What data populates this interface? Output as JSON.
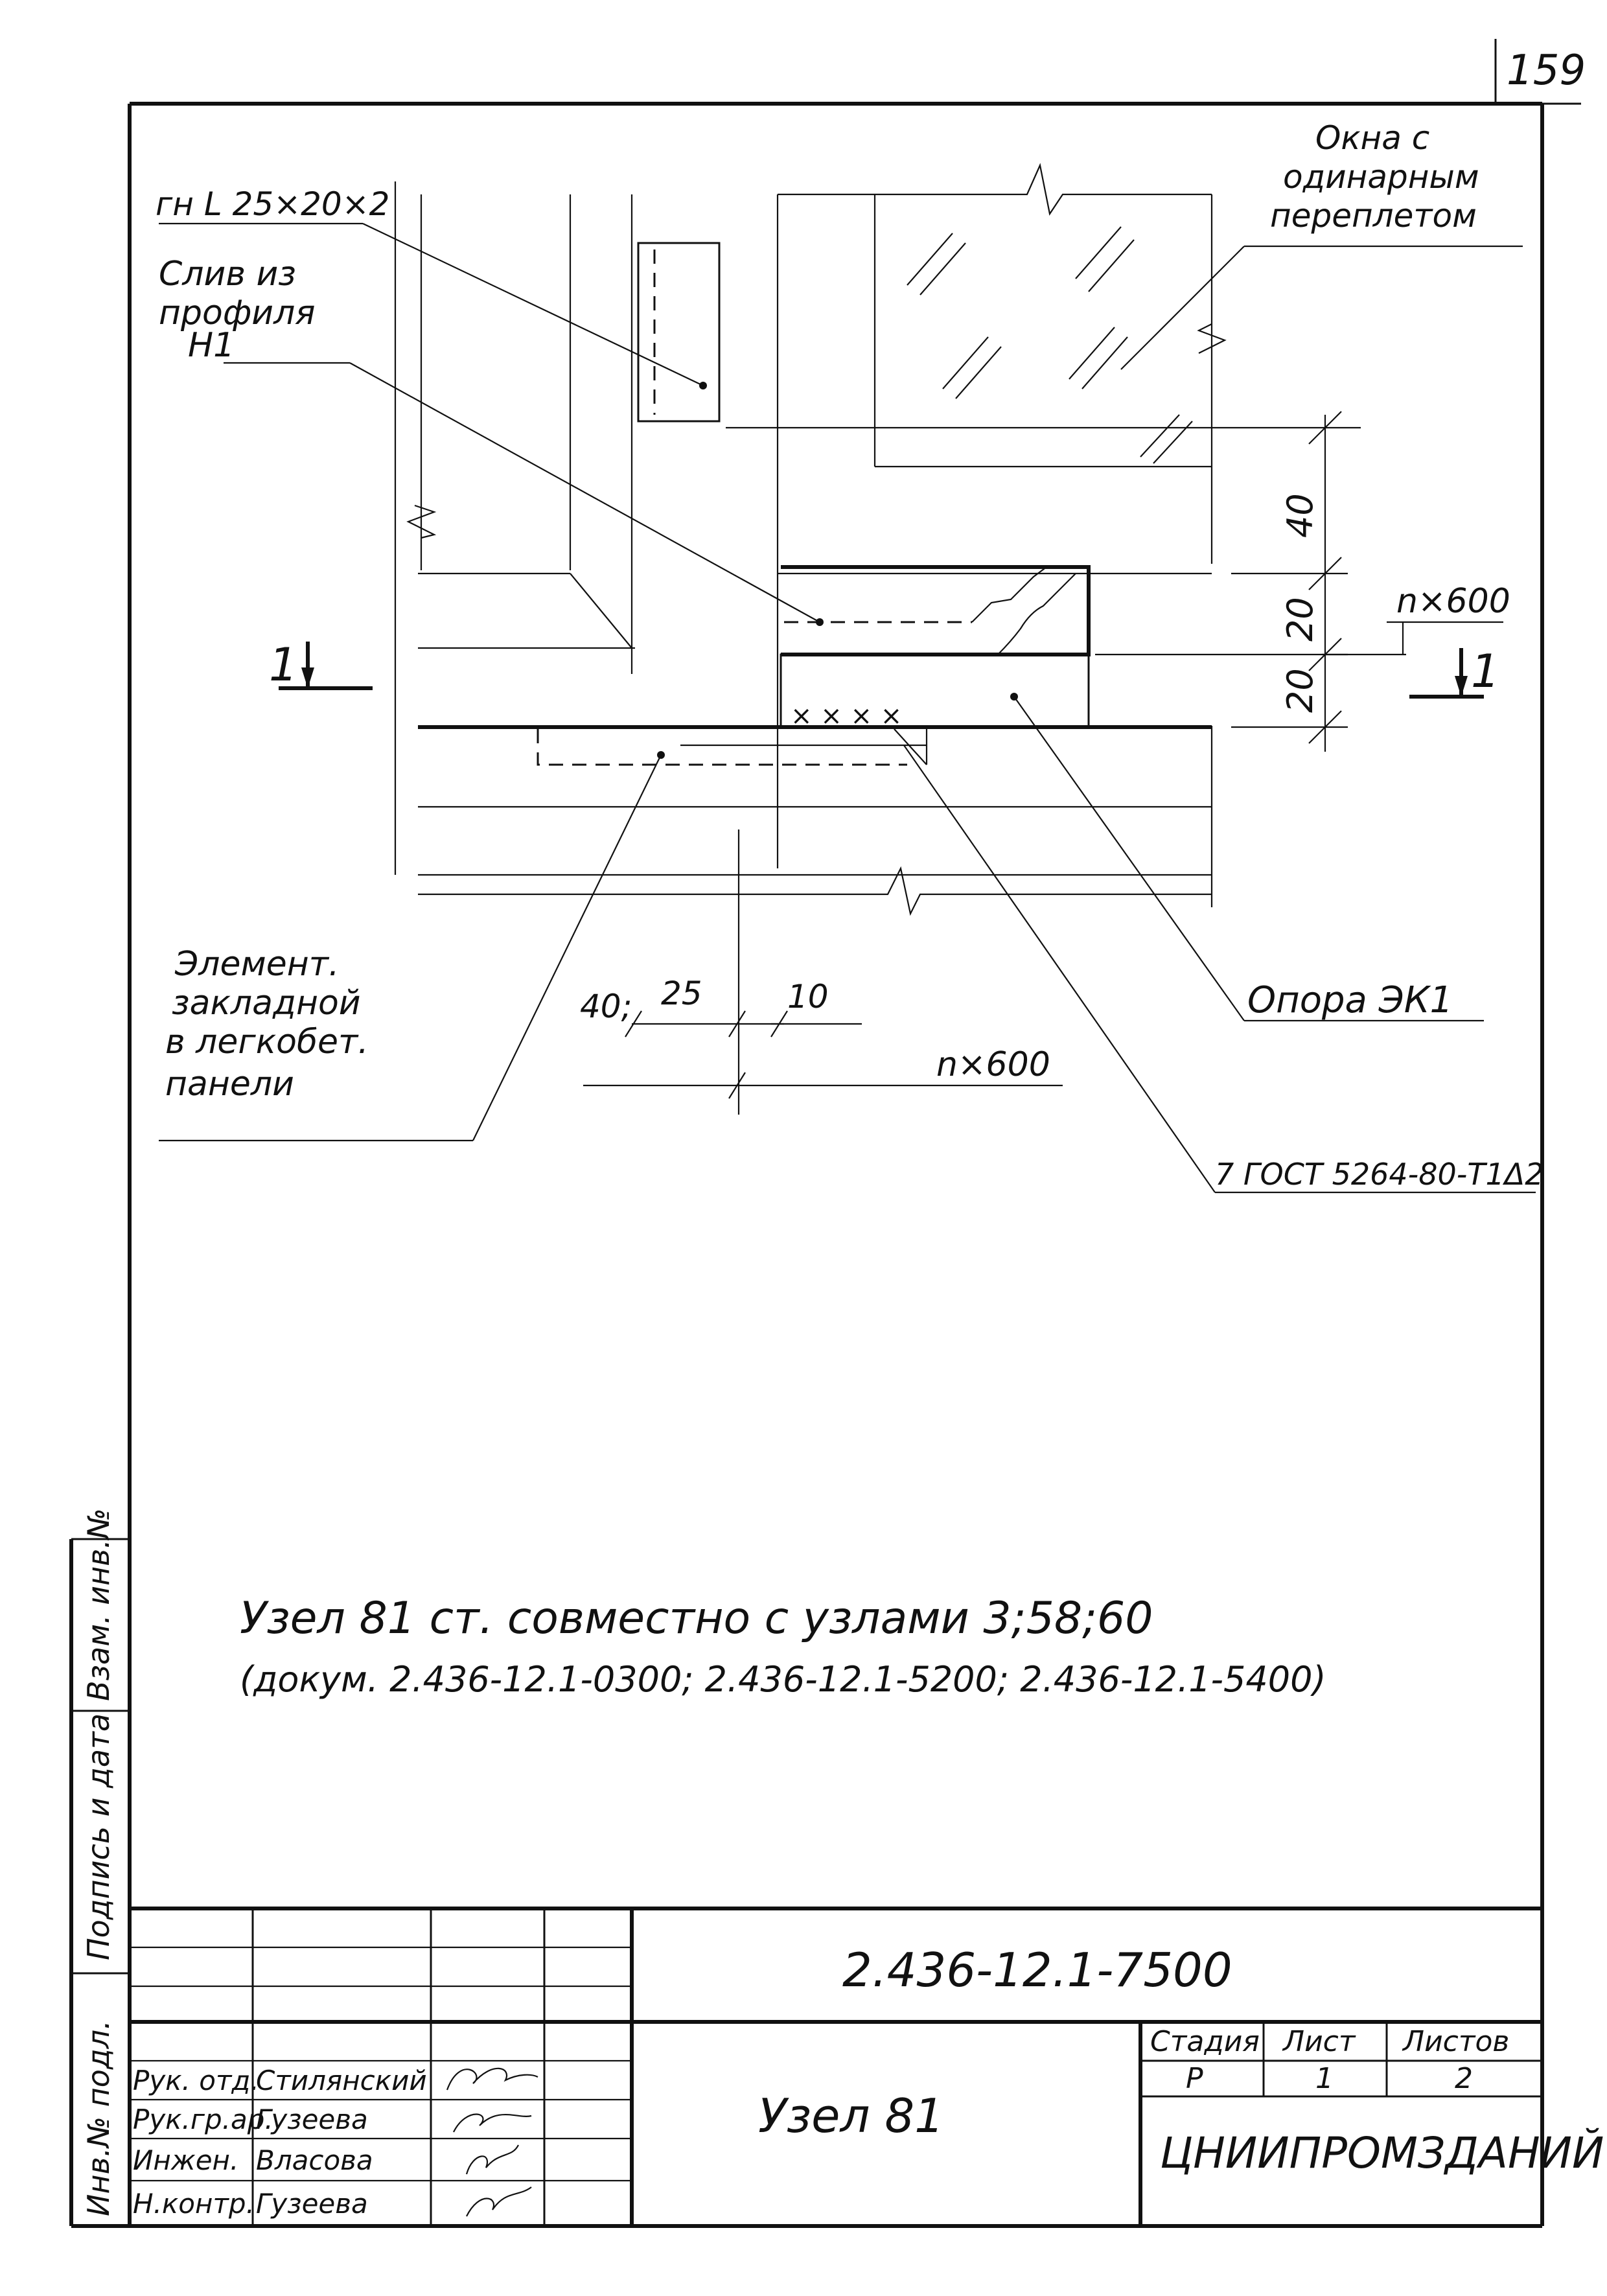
{
  "page_number": "159",
  "labels": {
    "angle": "гн L 25×20×2",
    "drip_line1": "Слив из",
    "drip_line2": "профиля",
    "drip_line3": "Н1",
    "window_line1": "Окна с",
    "window_line2": "одинарным",
    "window_line3": "переплетом",
    "element_line1": "Элемент.",
    "element_line2": "закладной",
    "element_line3": "в легкобет.",
    "element_line4": "панели",
    "support": "Опора ЭК1",
    "gost": "7 ГОСТ 5264-80-Т1Δ2",
    "section_left": "1",
    "section_right": "1"
  },
  "dimensions": {
    "v_top": "40",
    "v_mid": "20",
    "v_bottom": "20",
    "step_right": "n×600",
    "step_bottom": "n×600",
    "h_40": "40;",
    "h_25": "25",
    "h_10": "10"
  },
  "note": {
    "line1": "Узел 81 ст. совместно с узлами 3;58;60",
    "line2": "(докум. 2.436-12.1-0300; 2.436-12.1-5200; 2.436-12.1-5400)"
  },
  "side_stamp": {
    "inv_orig": "Инв.№ подл.",
    "sign_date": "Подпись и дата",
    "replace_inv": "Взам. инв.№"
  },
  "title_block": {
    "doc_code": "2.436-12.1-7500",
    "title": "Узел 81",
    "stage_header": "Стадия",
    "sheet_header": "Лист",
    "sheets_header": "Листов",
    "stage": "Р",
    "sheet": "1",
    "sheets": "2",
    "organization": "ЦНИИПРОМЗДАНИЙ",
    "roles": [
      {
        "role": "Рук. отд.",
        "name": "Стилянский"
      },
      {
        "role": "Рук.гр.ар.",
        "name": "Гузеева"
      },
      {
        "role": "Инжен.",
        "name": "Власова"
      },
      {
        "role": "Н.контр.",
        "name": "Гузеева"
      }
    ]
  },
  "colors": {
    "ink": "#111111",
    "paper": "#ffffff"
  }
}
